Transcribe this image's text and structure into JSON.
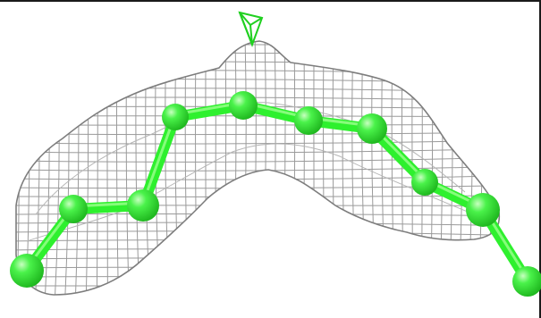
{
  "scene": {
    "type": "molecular-density-render",
    "background_color": "#ffffff",
    "mesh_color": "#8e8e8e",
    "molecule_color": "#2ef02e",
    "atom_highlight_color": "#9dff8f",
    "frame_line_color": "#1a1a1a",
    "icons": [
      "electron-density-mesh",
      "ligand-chain",
      "orientation-marker-icon"
    ]
  }
}
